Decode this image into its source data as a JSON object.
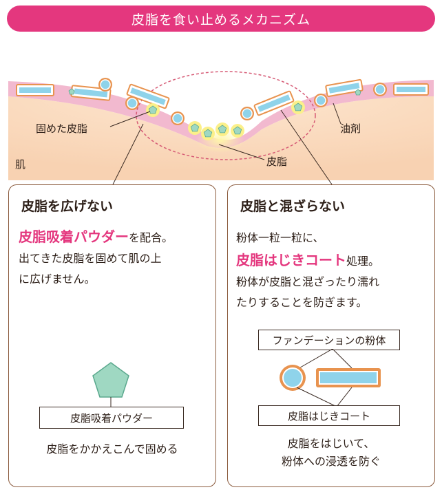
{
  "banner": {
    "title": "皮脂を食い止めるメカニズム"
  },
  "diagram_labels": {
    "solidified_sebum": "固めた皮脂",
    "skin": "肌",
    "oil": "油剤",
    "sebum": "皮脂"
  },
  "left_panel": {
    "title": "皮脂を広げない",
    "highlight": "皮脂吸着パウダー",
    "line1_rest": "を配合。",
    "line2": "出てきた皮脂を固めて肌の上",
    "line3": "に広げません。",
    "powder_label": "皮脂吸着パウダー",
    "caption": "皮脂をかかえこんで固める"
  },
  "right_panel": {
    "title": "皮脂と混ざらない",
    "line1": "粉体一粒一粒に、",
    "highlight": "皮脂はじきコート",
    "line2_rest": "処理。",
    "line3": "粉体が皮脂と混ざったり濡れ",
    "line4": "たりすることを防ぎます。",
    "powder_label": "ファンデーションの粉体",
    "coat_label": "皮脂はじきコート",
    "caption_line1": "皮脂をはじいて、",
    "caption_line2": "粉体への浸透を防ぐ"
  },
  "colors": {
    "accent": "#e4377e",
    "skin": "#f9d9bd",
    "oil_layer": "#f2b9cf",
    "powder_blue": "#8fd3ea",
    "coat_orange": "#e8934f",
    "sebum_yellow": "#fbf08a",
    "pentagon_green": "#9fd8c2"
  }
}
